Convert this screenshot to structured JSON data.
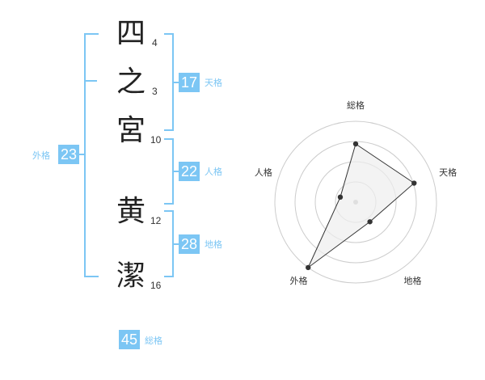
{
  "name": {
    "chars": [
      {
        "char": "四",
        "strokes": "4"
      },
      {
        "char": "之",
        "strokes": "3"
      },
      {
        "char": "宮",
        "strokes": "10"
      },
      {
        "char": "黄",
        "strokes": "12"
      },
      {
        "char": "潔",
        "strokes": "16"
      }
    ]
  },
  "fortune": {
    "tenkaku": {
      "value": "17",
      "label": "天格"
    },
    "jinkaku": {
      "value": "22",
      "label": "人格"
    },
    "chikaku": {
      "value": "28",
      "label": "地格"
    },
    "gaikaku": {
      "value": "23",
      "label": "外格"
    },
    "soukaku": {
      "value": "45",
      "label": "総格"
    }
  },
  "colors": {
    "accent": "#7cc6f4",
    "text": "#222222",
    "grid": "#cccccc",
    "fill": "#eeeeee"
  },
  "chart_data": {
    "type": "radar",
    "axes": [
      "総格",
      "天格",
      "地格",
      "外格",
      "人格"
    ],
    "values": [
      3.6,
      3.8,
      1.5,
      5.0,
      1.0
    ],
    "rmax": 5,
    "rings": 4,
    "grid": true
  }
}
